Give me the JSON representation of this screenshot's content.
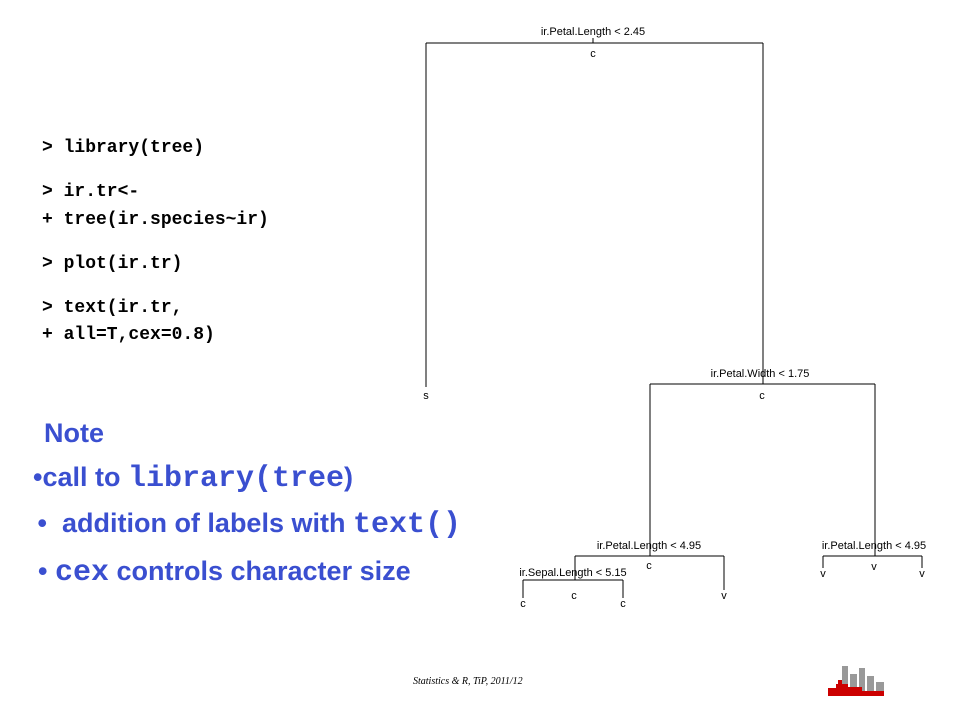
{
  "code": {
    "line1": "> library(tree)",
    "line2": "> ir.tr<-",
    "line3": "+ tree(ir.species~ir)",
    "line4": "> plot(ir.tr)",
    "line5": "> text(ir.tr,",
    "line6": "+ all=T,cex=0.8)"
  },
  "note": {
    "title": "Note",
    "b1_pre": "•call to ",
    "b1_code": "library(tree",
    "b1_post": ")",
    "b2_pre": " •  addition of labels with ",
    "b2_code": "text()",
    "b3_pre": "• ",
    "b3_code": "cex",
    "b3_post": " controls character size"
  },
  "tree": {
    "root_split": "ir.Petal.Length < 2.45",
    "root_class": "c",
    "left_leaf": "s",
    "right_split": "ir.Petal.Width < 1.75",
    "right_class": "c",
    "rl_split": "ir.Petal.Length < 4.95",
    "rl_class": "c",
    "rr_split": "ir.Petal.Length < 4.95",
    "rr_class": "v",
    "rll_split": "ir.Sepal.Length < 5.15",
    "rll_class": "c",
    "rll_leaf_a": "c",
    "rll_leaf_b": "c",
    "rl_leaf_v": "v",
    "rr_leaf_a": "v",
    "rr_leaf_b": "v"
  },
  "footer": "Statistics & R, TiP, 2011/12",
  "colors": {
    "note_blue": "#3a4fd0",
    "logo_red": "#cc0000",
    "logo_gray": "#999999"
  }
}
